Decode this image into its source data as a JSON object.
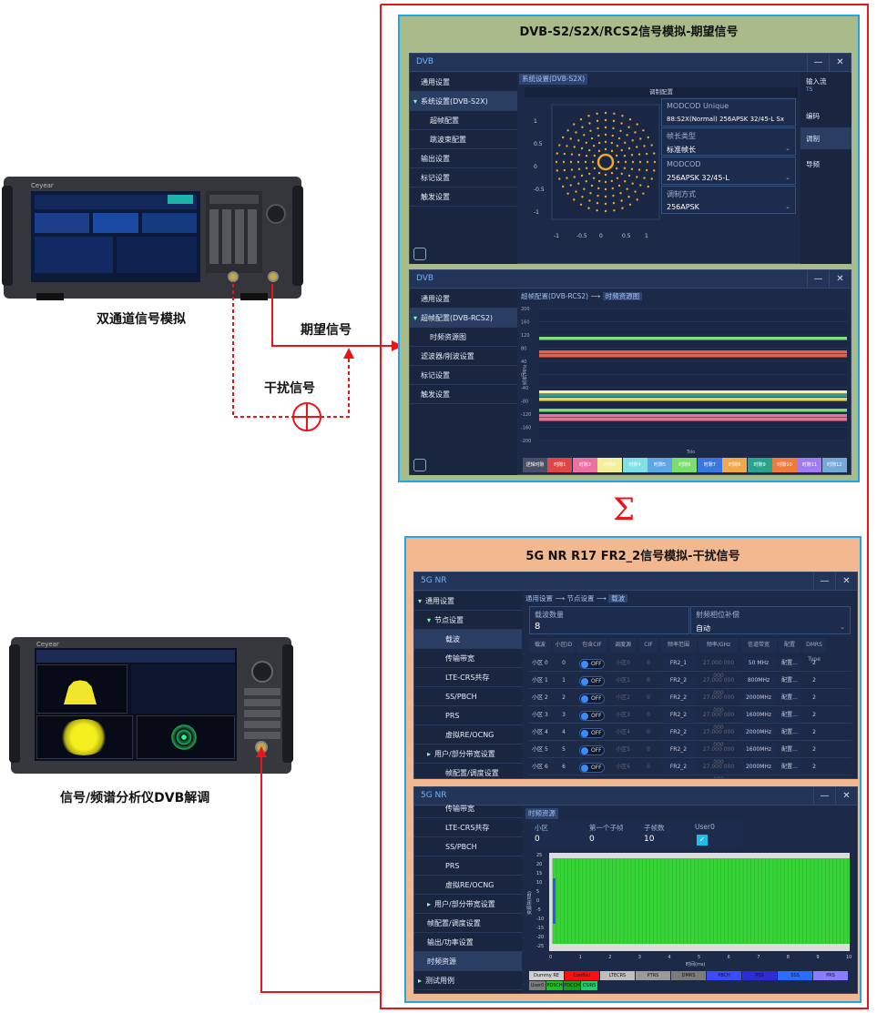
{
  "labels": {
    "dual_channel": "双通道信号模拟",
    "desired_signal": "期望信号",
    "interference_signal": "干扰信号",
    "analyzer": "信号/频谱分析仪DVB解调",
    "sigma": "Σ"
  },
  "colors": {
    "red": "#e8161b",
    "panel_top_bg": "#a8b98a",
    "panel_bottom_bg": "#f0b88f",
    "window_bg": "#1c2a47",
    "accent_blue": "#1ea7e6"
  },
  "dvb_panel": {
    "title": "DVB-S2/S2X/RCS2信号模拟-期望信号",
    "win1": {
      "title": "DVB",
      "minimize": "—",
      "close": "✕",
      "sidebar": [
        "通用设置",
        "系统设置(DVB-S2X)",
        "超帧配置",
        "跳波束配置",
        "输出设置",
        "标记设置",
        "触发设置"
      ],
      "expand_marker": "▾",
      "crumb": "系统设置(DVB-S2X)",
      "section_header": "调制配置",
      "fields": [
        {
          "label": "MODCOD Unique",
          "value": "88:S2X(Normal) 256APSK 32/45-L Sx"
        },
        {
          "label": "帧长类型",
          "value": "标准帧长"
        },
        {
          "label": "MODCOD",
          "value": "256APSK 32/45-L"
        },
        {
          "label": "调制方式",
          "value": "256APSK"
        }
      ],
      "dropdown_arrow": "⌄",
      "right_tabs": [
        {
          "label": "输入流",
          "sub": "TS"
        },
        {
          "label": "编码"
        },
        {
          "label": "调制"
        },
        {
          "label": "导频"
        }
      ],
      "y_ticks": [
        "1",
        "0.5",
        "0",
        "-0.5",
        "-1"
      ],
      "x_ticks": [
        "-1",
        "-0.5",
        "0",
        "0.5",
        "1"
      ]
    },
    "win2": {
      "title": "DVB",
      "minimize": "—",
      "close": "✕",
      "sidebar": [
        "通用设置",
        "超帧配置(DVB-RCS2)",
        "时频资源图",
        "滤波器/削波设置",
        "标记设置",
        "触发设置"
      ],
      "expand_marker": "▾",
      "crumb1": "超帧配置(DVB-RCS2)",
      "crumb_arrow": "⟶",
      "crumb2": "时频资源图",
      "y_ticks": [
        "200",
        "160",
        "120",
        "80",
        "40",
        "0",
        "-40",
        "-80",
        "-120",
        "-160",
        "-200"
      ],
      "x_label": "Tslo",
      "y_label": "频率/MHz",
      "legend": [
        "逻辑时隙",
        "时隙1",
        "时隙2",
        "时隙3",
        "时隙4",
        "时隙5",
        "时隙6",
        "时隙7",
        "时隙8",
        "时隙9",
        "时隙10",
        "时隙11",
        "时隙12"
      ],
      "legend_colors": [
        "#4a4f66",
        "#e04646",
        "#ee6fa0",
        "#f5ef9a",
        "#7fe0e8",
        "#5fa6e6",
        "#7cdc6c",
        "#3a76e0",
        "#f0a84a",
        "#2aa38e",
        "#ef7b3c",
        "#a07cf0",
        "#76a8d8"
      ]
    }
  },
  "nr_panel": {
    "title": "5G NR R17 FR2_2信号模拟-干扰信号",
    "win3": {
      "title": "5G NR",
      "minimize": "—",
      "close": "✕",
      "sidebar": [
        "通用设置",
        "节点设置",
        "载波",
        "传输带宽",
        "LTE-CRS共存",
        "SS/PBCH",
        "PRS",
        "虚拟RE/OCNG",
        "用户/部分带宽设置",
        "帧配置/调度设置"
      ],
      "expand_down": "▾",
      "expand_right": "▸",
      "crumb": [
        "通用设置",
        "节点设置",
        "载波"
      ],
      "crumb_arrow": "⟶",
      "carrier_count_label": "载波数量",
      "carrier_count": "8",
      "phase_comp_label": "射频相位补偿",
      "phase_comp_value": "自动",
      "dropdown_arrow": "⌄",
      "table_headers": [
        "载波",
        "小区ID",
        "包含CIF",
        "调度源",
        "CIF",
        "频率范围",
        "频率/GHz",
        "信道带宽",
        "配置",
        "DMRS Type"
      ],
      "row_prefix": "小区",
      "rows": [
        {
          "idx": "0",
          "id": "0",
          "cif": "OFF",
          "src": "小区0",
          "cifv": "0",
          "range": "FR2_1",
          "freq": "27.000 000 000",
          "bw": "50 MHz",
          "cfg": "配置...",
          "dmrs": "2"
        },
        {
          "idx": "1",
          "id": "1",
          "cif": "OFF",
          "src": "小区1",
          "cifv": "0",
          "range": "FR2_2",
          "freq": "27.000 000 000",
          "bw": "800MHz",
          "cfg": "配置...",
          "dmrs": "2"
        },
        {
          "idx": "2",
          "id": "2",
          "cif": "OFF",
          "src": "小区2",
          "cifv": "0",
          "range": "FR2_2",
          "freq": "27.000 000 000",
          "bw": "2000MHz",
          "cfg": "配置...",
          "dmrs": "2"
        },
        {
          "idx": "3",
          "id": "3",
          "cif": "OFF",
          "src": "小区3",
          "cifv": "0",
          "range": "FR2_2",
          "freq": "27.000 000 000",
          "bw": "1600MHz",
          "cfg": "配置...",
          "dmrs": "2"
        },
        {
          "idx": "4",
          "id": "4",
          "cif": "OFF",
          "src": "小区4",
          "cifv": "0",
          "range": "FR2_2",
          "freq": "27.000 000 000",
          "bw": "2000MHz",
          "cfg": "配置...",
          "dmrs": "2"
        },
        {
          "idx": "5",
          "id": "5",
          "cif": "OFF",
          "src": "小区5",
          "cifv": "0",
          "range": "FR2_2",
          "freq": "27.000 000 000",
          "bw": "1600MHz",
          "cfg": "配置...",
          "dmrs": "2"
        },
        {
          "idx": "6",
          "id": "6",
          "cif": "OFF",
          "src": "小区6",
          "cifv": "0",
          "range": "FR2_2",
          "freq": "27.000 000 000",
          "bw": "2000MHz",
          "cfg": "配置...",
          "dmrs": "2"
        }
      ]
    },
    "win4": {
      "title": "5G NR",
      "minimize": "—",
      "close": "✕",
      "sidebar": [
        "传输带宽",
        "LTE-CRS共存",
        "SS/PBCH",
        "PRS",
        "虚拟RE/OCNG",
        "用户/部分带宽设置",
        "帧配置/调度设置",
        "输出/功率设置",
        "时频资源",
        "测试用例"
      ],
      "expand_right": "▸",
      "crumb": "时频资源",
      "info": [
        {
          "label": "小区",
          "value": "0"
        },
        {
          "label": "第一个子帧",
          "value": "0"
        },
        {
          "label": "子帧数",
          "value": "10"
        },
        {
          "label": "User0",
          "value": "✓"
        }
      ],
      "y_label": "资源块(RB)",
      "x_label": "时间(ms)",
      "y_ticks": [
        "25",
        "20",
        "15",
        "10",
        "5",
        "0",
        "-5",
        "-10",
        "-15",
        "-20",
        "-25"
      ],
      "x_ticks": [
        "0",
        "1",
        "2",
        "3",
        "4",
        "5",
        "6",
        "7",
        "8",
        "9",
        "10"
      ],
      "legend_row1": [
        {
          "label": "Dummy RE",
          "color": "#d0d0d0"
        },
        {
          "label": "Conflict",
          "color": "#ff1010"
        },
        {
          "label": "LTECRS",
          "color": "#bfbfbf"
        },
        {
          "label": "PTRS",
          "color": "#9a9a9a"
        },
        {
          "label": "DMRS",
          "color": "#7b7b7b"
        },
        {
          "label": "PBCH",
          "color": "#3a4cff"
        },
        {
          "label": "PSS",
          "color": "#2d2dd8"
        },
        {
          "label": "SSS",
          "color": "#2b6cff"
        },
        {
          "label": "PRS",
          "color": "#8a7cff"
        }
      ],
      "legend_row2": [
        {
          "label": "User0",
          "color": "#7d7d7d"
        },
        {
          "label": "PDSCH",
          "color": "#20c020"
        },
        {
          "label": "PDCCH",
          "color": "#18a018"
        },
        {
          "label": "CSIRS",
          "color": "#1fd06a"
        }
      ]
    }
  }
}
